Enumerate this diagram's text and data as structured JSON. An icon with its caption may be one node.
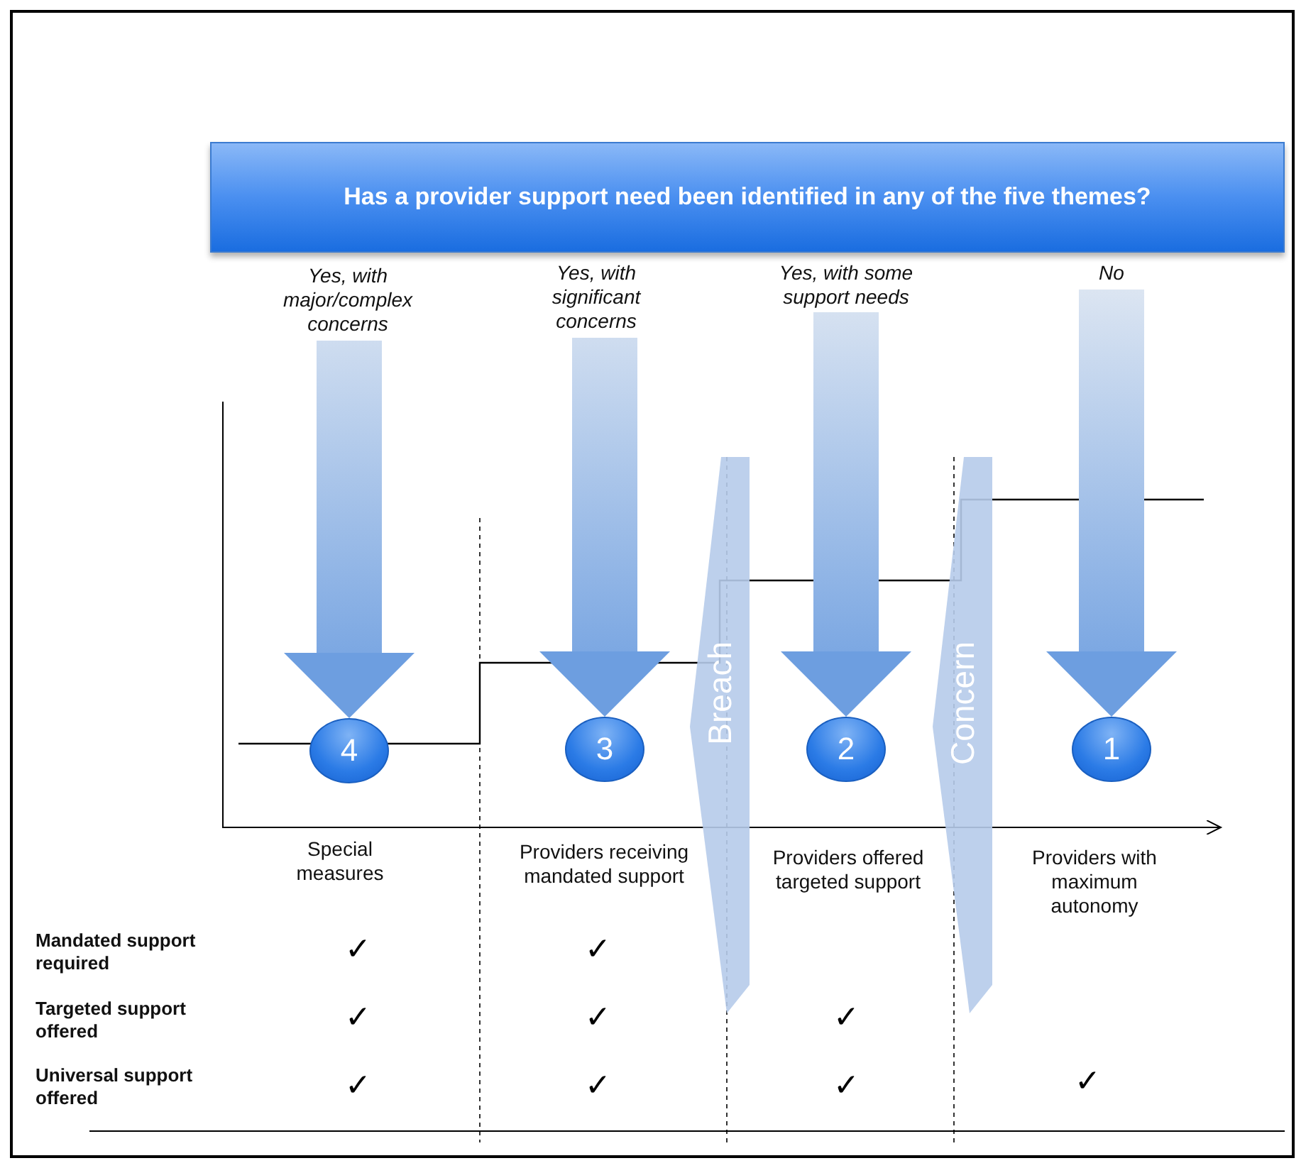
{
  "diagram": {
    "nodes": [
      {
        "text": [
          "Has a provider support need been identified in any of the five themes?"
        ]
      },
      {
        "text": [
          "Yes, with major/complex concerns"
        ]
      },
      {
        "text": [
          "Yes, with significant concerns"
        ]
      },
      {
        "text": [
          "Yes, with some support needs"
        ]
      },
      {
        "text": [
          "No"
        ]
      },
      {
        "text": [
          "Breach"
        ]
      },
      {
        "text": [
          "Concern"
        ]
      },
      {
        "text": [
          "4"
        ]
      },
      {
        "text": [
          "3"
        ]
      },
      {
        "text": [
          "2"
        ]
      },
      {
        "text": [
          "1"
        ]
      }
    ],
    "edges": [
      {
        "from": 1,
        "to": 7,
        "arrow": "to"
      },
      {
        "from": 2,
        "to": 8,
        "arrow": "to"
      },
      {
        "from": 3,
        "to": 9,
        "arrow": "to"
      },
      {
        "from": 4,
        "to": 10,
        "arrow": "to"
      }
    ],
    "labels": [
      "Special measures",
      "Providers receiving mandated support",
      "Providers offered targeted support",
      "Providers with maximum autonomy",
      "Mandated support required",
      "✓",
      "✓",
      "Targeted support offered",
      "✓",
      "✓",
      "✓",
      "Universal support offered",
      "✓",
      "✓",
      "✓",
      "✓"
    ]
  }
}
